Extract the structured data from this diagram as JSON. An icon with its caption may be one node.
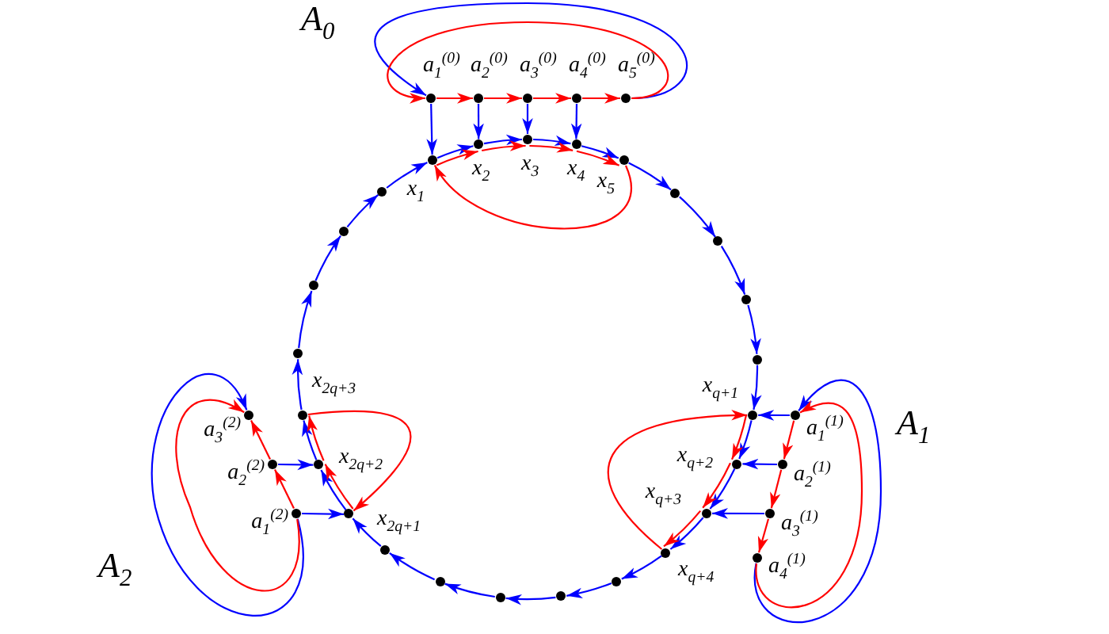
{
  "diagram": {
    "nodes": [
      {
        "text": [],
        "shape": "dot",
        "beside": [
          "a$_{1}$$^{(0)}$"
        ]
      },
      {
        "text": [],
        "shape": "dot",
        "beside": [
          "a$_{2}$$^{(0)}$"
        ]
      },
      {
        "text": [],
        "shape": "dot",
        "beside": [
          "a$_{3}$$^{(0)}$"
        ]
      },
      {
        "text": [],
        "shape": "dot",
        "beside": [
          "a$_{4}$$^{(0)}$"
        ]
      },
      {
        "text": [],
        "shape": "dot",
        "beside": [
          "a$_{5}$$^{(0)}$"
        ]
      },
      {
        "text": [],
        "shape": "dot",
        "beside": [
          "x$_{1}$"
        ]
      },
      {
        "text": [],
        "shape": "dot",
        "beside": [
          "x$_{2}$"
        ]
      },
      {
        "text": [],
        "shape": "dot",
        "beside": [
          "x$_{3}$"
        ]
      },
      {
        "text": [],
        "shape": "dot",
        "beside": [
          "x$_{4}$"
        ]
      },
      {
        "text": [],
        "shape": "dot",
        "beside": [
          "x$_{5}$"
        ]
      },
      {
        "text": [],
        "shape": "dot"
      },
      {
        "text": [],
        "shape": "dot"
      },
      {
        "text": [],
        "shape": "dot"
      },
      {
        "text": [],
        "shape": "dot"
      },
      {
        "text": [],
        "shape": "dot",
        "beside": [
          "x$_{q+1}$"
        ]
      },
      {
        "text": [],
        "shape": "dot",
        "beside": [
          "x$_{q+2}$"
        ]
      },
      {
        "text": [],
        "shape": "dot",
        "beside": [
          "x$_{q+3}$"
        ]
      },
      {
        "text": [],
        "shape": "dot",
        "beside": [
          "x$_{q+4}$"
        ]
      },
      {
        "text": [],
        "shape": "dot"
      },
      {
        "text": [],
        "shape": "dot"
      },
      {
        "text": [],
        "shape": "dot"
      },
      {
        "text": [],
        "shape": "dot"
      },
      {
        "text": [],
        "shape": "dot"
      },
      {
        "text": [],
        "shape": "dot",
        "beside": [
          "x$_{2q+1}$"
        ]
      },
      {
        "text": [],
        "shape": "dot",
        "beside": [
          "x$_{2q+2}$"
        ]
      },
      {
        "text": [],
        "shape": "dot",
        "beside": [
          "x$_{2q+3}$"
        ]
      },
      {
        "text": [],
        "shape": "dot"
      },
      {
        "text": [],
        "shape": "dot"
      },
      {
        "text": [],
        "shape": "dot"
      },
      {
        "text": [],
        "shape": "dot"
      },
      {
        "text": [],
        "shape": "dot",
        "beside": [
          "a$_{1}$$^{(1)}$"
        ]
      },
      {
        "text": [],
        "shape": "dot",
        "beside": [
          "a$_{2}$$^{(1)}$"
        ]
      },
      {
        "text": [],
        "shape": "dot",
        "beside": [
          "a$_{3}$$^{(1)}$"
        ]
      },
      {
        "text": [],
        "shape": "dot",
        "beside": [
          "a$_{4}$$^{(1)}$"
        ]
      },
      {
        "text": [],
        "shape": "dot",
        "beside": [
          "a$_{1}$$^{(2)}$"
        ]
      },
      {
        "text": [],
        "shape": "dot",
        "beside": [
          "a$_{2}$$^{(2)}$"
        ]
      },
      {
        "text": [],
        "shape": "dot",
        "beside": [
          "a$_{3}$$^{(2)}$"
        ]
      }
    ],
    "edges": [
      {
        "from": 5,
        "to": 6,
        "arrow": "to"
      },
      {
        "from": 6,
        "to": 7,
        "arrow": "to"
      },
      {
        "from": 7,
        "to": 8,
        "arrow": "to"
      },
      {
        "from": 8,
        "to": 9,
        "arrow": "to"
      },
      {
        "from": 9,
        "to": 10,
        "arrow": "to"
      },
      {
        "from": 10,
        "to": 11,
        "arrow": "to"
      },
      {
        "from": 11,
        "to": 12,
        "arrow": "to"
      },
      {
        "from": 12,
        "to": 13,
        "arrow": "to"
      },
      {
        "from": 13,
        "to": 14,
        "arrow": "to"
      },
      {
        "from": 14,
        "to": 15,
        "arrow": "to"
      },
      {
        "from": 15,
        "to": 16,
        "arrow": "to"
      },
      {
        "from": 16,
        "to": 17,
        "arrow": "to"
      },
      {
        "from": 17,
        "to": 18,
        "arrow": "to"
      },
      {
        "from": 18,
        "to": 19,
        "arrow": "to"
      },
      {
        "from": 19,
        "to": 20,
        "arrow": "to"
      },
      {
        "from": 20,
        "to": 21,
        "arrow": "to"
      },
      {
        "from": 21,
        "to": 22,
        "arrow": "to"
      },
      {
        "from": 22,
        "to": 23,
        "arrow": "to"
      },
      {
        "from": 23,
        "to": 24,
        "arrow": "to"
      },
      {
        "from": 24,
        "to": 25,
        "arrow": "to"
      },
      {
        "from": 25,
        "to": 26,
        "arrow": "to"
      },
      {
        "from": 26,
        "to": 27,
        "arrow": "to"
      },
      {
        "from": 27,
        "to": 28,
        "arrow": "to"
      },
      {
        "from": 28,
        "to": 29,
        "arrow": "to"
      },
      {
        "from": 29,
        "to": 5,
        "arrow": "to"
      },
      {
        "from": 0,
        "to": 1,
        "arrow": "to",
        "color": "#ff0000"
      },
      {
        "from": 1,
        "to": 2,
        "arrow": "to",
        "color": "#ff0000"
      },
      {
        "from": 2,
        "to": 3,
        "arrow": "to",
        "color": "#ff0000"
      },
      {
        "from": 3,
        "to": 4,
        "arrow": "to",
        "color": "#ff0000"
      },
      {
        "from": 4,
        "to": 0,
        "arrow": "to"
      },
      {
        "from": 4,
        "to": 0,
        "arrow": "to",
        "color": "#ff0000"
      },
      {
        "from": 0,
        "to": 5,
        "arrow": "to"
      },
      {
        "from": 1,
        "to": 6,
        "arrow": "to"
      },
      {
        "from": 2,
        "to": 7,
        "arrow": "to"
      },
      {
        "from": 3,
        "to": 8,
        "arrow": "to"
      },
      {
        "from": 5,
        "to": 6,
        "arrow": "to",
        "color": "#ff0000"
      },
      {
        "from": 6,
        "to": 7,
        "arrow": "to",
        "color": "#ff0000"
      },
      {
        "from": 7,
        "to": 8,
        "arrow": "to",
        "color": "#ff0000"
      },
      {
        "from": 8,
        "to": 9,
        "arrow": "to",
        "color": "#ff0000"
      },
      {
        "from": 9,
        "to": 5,
        "arrow": "to",
        "color": "#ff0000"
      },
      {
        "from": 30,
        "to": 31,
        "arrow": "to",
        "color": "#ff0000"
      },
      {
        "from": 31,
        "to": 32,
        "arrow": "to",
        "color": "#ff0000"
      },
      {
        "from": 32,
        "to": 33,
        "arrow": "to",
        "color": "#ff0000"
      },
      {
        "from": 33,
        "to": 30,
        "arrow": "to"
      },
      {
        "from": 33,
        "to": 30,
        "arrow": "to",
        "color": "#ff0000"
      },
      {
        "from": 30,
        "to": 14,
        "arrow": "to"
      },
      {
        "from": 31,
        "to": 15,
        "arrow": "to"
      },
      {
        "from": 32,
        "to": 16,
        "arrow": "to"
      },
      {
        "from": 14,
        "to": 15,
        "arrow": "to",
        "color": "#ff0000"
      },
      {
        "from": 15,
        "to": 16,
        "arrow": "to",
        "color": "#ff0000"
      },
      {
        "from": 16,
        "to": 17,
        "arrow": "to",
        "color": "#ff0000"
      },
      {
        "from": 17,
        "to": 14,
        "arrow": "to",
        "color": "#ff0000"
      },
      {
        "from": 34,
        "to": 35,
        "arrow": "to",
        "color": "#ff0000"
      },
      {
        "from": 35,
        "to": 36,
        "arrow": "to",
        "color": "#ff0000"
      },
      {
        "from": 34,
        "to": 36,
        "arrow": "to"
      },
      {
        "from": 34,
        "to": 36,
        "arrow": "to",
        "color": "#ff0000"
      },
      {
        "from": 34,
        "to": 23,
        "arrow": "to"
      },
      {
        "from": 35,
        "to": 24,
        "arrow": "to"
      },
      {
        "from": 23,
        "to": 24,
        "arrow": "to",
        "color": "#ff0000"
      },
      {
        "from": 24,
        "to": 25,
        "arrow": "to",
        "color": "#ff0000"
      },
      {
        "from": 25,
        "to": 23,
        "arrow": "to",
        "color": "#ff0000"
      }
    ],
    "labels": [
      "A$_{0}$",
      "A$_{1}$",
      "A$_{2}$"
    ]
  }
}
